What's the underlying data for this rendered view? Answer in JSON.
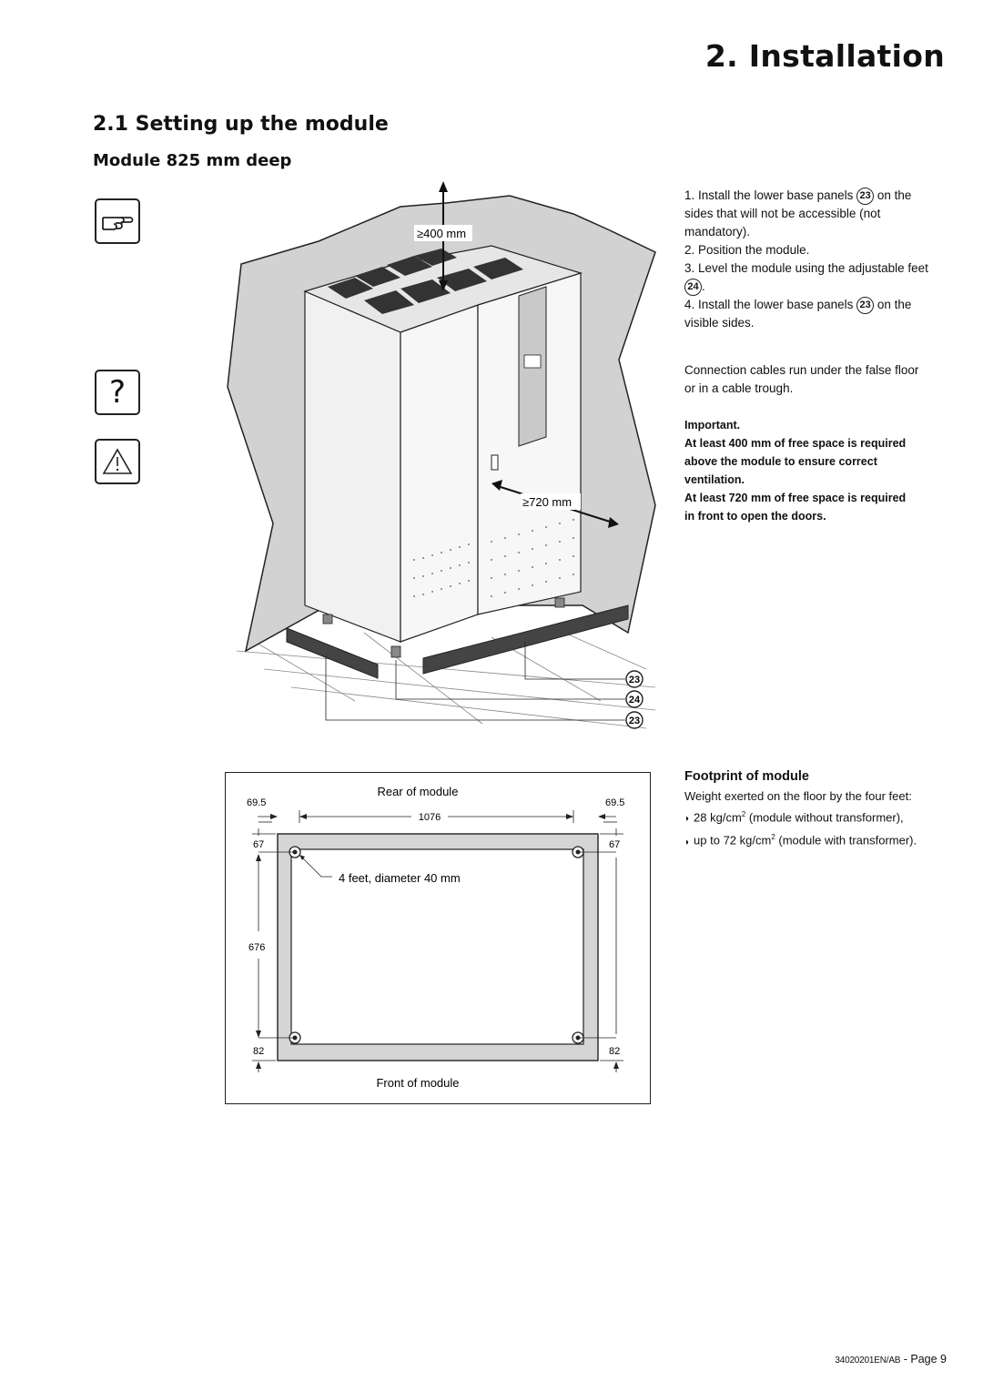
{
  "header": {
    "chapter_title": "2. Installation"
  },
  "section": {
    "title": "2.1 Setting up the module",
    "subtitle": "Module 825 mm deep"
  },
  "icons": [
    "pointing-hand-icon",
    "question-icon",
    "warning-icon"
  ],
  "illustration": {
    "clearance_top": "≥400 mm",
    "clearance_front": "≥720 mm",
    "callouts": [
      "23",
      "24",
      "23"
    ]
  },
  "steps": {
    "step1_prefix": "1. Install the lower base panels",
    "step1_ref": "23",
    "step1_suffix": "on the",
    "step1_line2": "sides that will not be accessible (not",
    "step1_line3": "mandatory).",
    "step2": "2. Position the module.",
    "step3_line1": "3. Level the module using the adjustable feet",
    "step3_ref": "24",
    "step3_end": ".",
    "step4_prefix": "4. Install the lower base panels",
    "step4_ref": "23",
    "step4_suffix": "on the",
    "step4_line2": "visible sides."
  },
  "cables_note": {
    "line1": "Connection cables run under the false floor",
    "line2": "or in a cable trough."
  },
  "important": {
    "heading": "Important.",
    "line1": "At least 400 mm of free space is required",
    "line2": "above the module to ensure correct",
    "line3": "ventilation.",
    "line4": "At least 720 mm of free space is required",
    "line5": "in front to open the doors."
  },
  "footprint": {
    "title": "Footprint of module",
    "intro": "Weight exerted on the floor by the four feet:",
    "bullet1_prefix": "28 kg/cm",
    "bullet1_sup": "2",
    "bullet1_suffix": " (module without transformer),",
    "bullet2_prefix": "up to 72 kg/cm",
    "bullet2_sup": "2",
    "bullet2_suffix": " (module with transformer).",
    "diagram": {
      "rear_label": "Rear of module",
      "front_label": "Front of module",
      "feet_label": "4 feet, diameter 40 mm",
      "dim_left_offset": "69.5",
      "dim_right_offset": "69.5",
      "dim_width": "1076",
      "dim_top_left": "67",
      "dim_top_right": "67",
      "dim_depth": "676",
      "dim_bottom_left": "82",
      "dim_bottom_right": "82"
    }
  },
  "footer": {
    "code": "34020201EN/AB",
    "separator": " - ",
    "page": "Page 9"
  }
}
